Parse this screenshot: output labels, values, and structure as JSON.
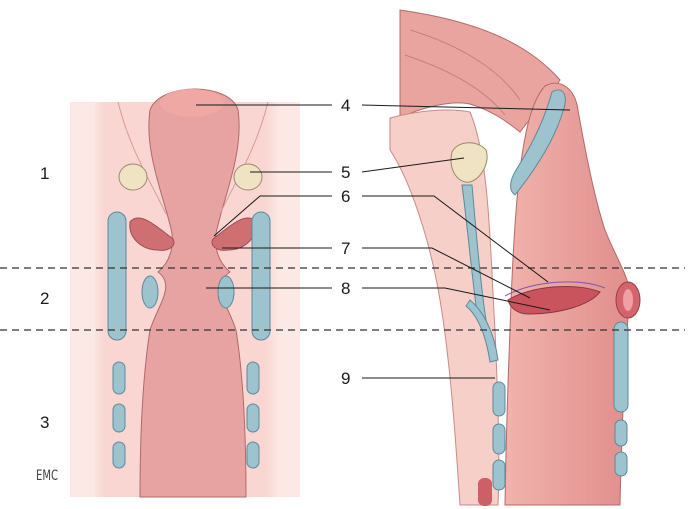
{
  "region_labels": [
    "1",
    "2",
    "3"
  ],
  "callout_labels": [
    "4",
    "5",
    "6",
    "7",
    "8",
    "9"
  ],
  "logo_text": "EMC"
}
